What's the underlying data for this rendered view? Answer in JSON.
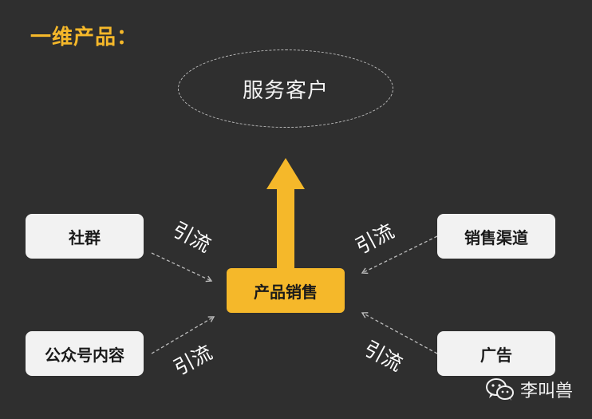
{
  "title": "一维产品：",
  "goal": "服务客户",
  "center": "产品销售",
  "sources": {
    "top_left": "社群",
    "bottom_left": "公众号内容",
    "top_right": "销售渠道",
    "bottom_right": "广告"
  },
  "flow_label": "引流",
  "watermark": "李叫兽",
  "colors": {
    "background": "#2f2f2f",
    "accent": "#f5b82a",
    "box": "#f2f2f2"
  }
}
